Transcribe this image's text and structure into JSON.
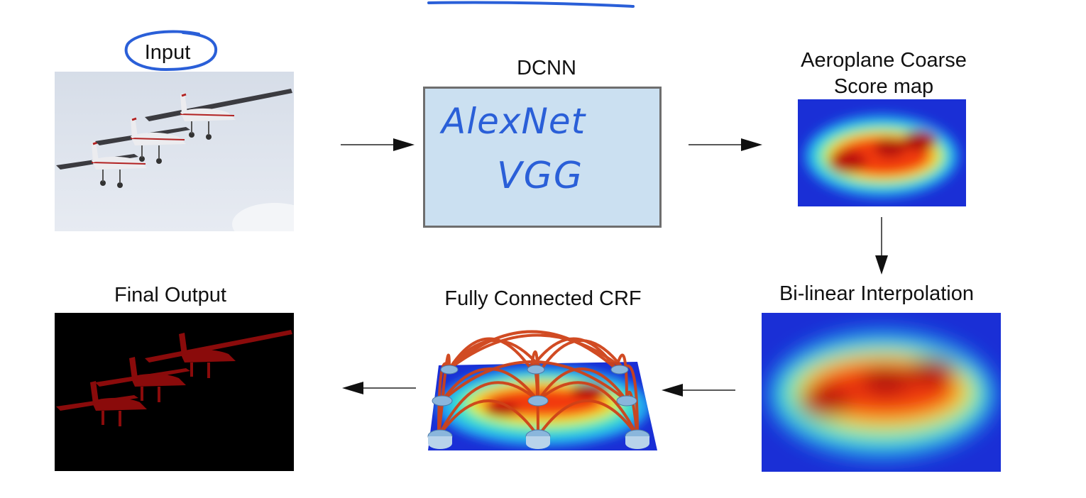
{
  "labels": {
    "input": "Input",
    "dcnn": "DCNN",
    "coarse_line1": "Aeroplane Coarse",
    "coarse_line2": "Score map",
    "bilinear": "Bi-linear Interpolation",
    "crf": "Fully Connected CRF",
    "final": "Final Output"
  },
  "annotations": {
    "handwritten_line1": "AlexNet",
    "handwritten_line2": "VGG"
  },
  "colors": {
    "dcnn_fill": "#cbe0f1",
    "dcnn_border": "#6e6e6e",
    "ink": "#2a5fd8",
    "output_bg": "#000000",
    "output_plane": "#8a0b0b",
    "crf_arcs": "#cf4218",
    "crf_nodes": "#8ab6dc"
  },
  "flow": [
    "input",
    "dcnn",
    "coarse_score_map",
    "bilinear_interpolation",
    "fully_connected_crf",
    "final_output"
  ]
}
